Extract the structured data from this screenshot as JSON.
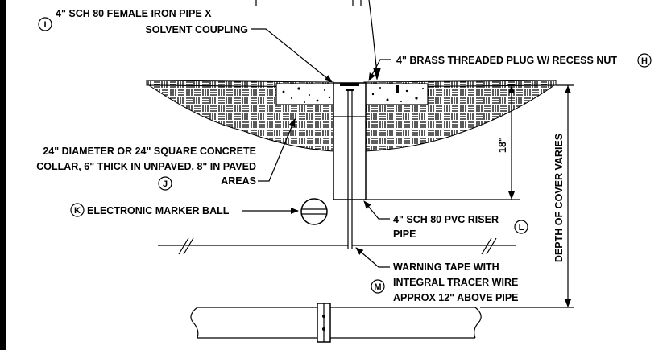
{
  "labels": {
    "coupling": {
      "tag": "I",
      "line1": "4\" SCH 80 FEMALE IRON PIPE X",
      "line2": "SOLVENT COUPLING"
    },
    "plug": {
      "tag": "H",
      "line1": "4\" BRASS THREADED PLUG W/ RECESS NUT"
    },
    "collar": {
      "tag": "J",
      "line1": "24\" DIAMETER OR 24\" SQUARE CONCRETE",
      "line2": "COLLAR, 6\" THICK IN UNPAVED, 8\" IN PAVED",
      "line3": "AREAS"
    },
    "marker": {
      "tag": "K",
      "line1": "ELECTRONIC MARKER BALL"
    },
    "riser": {
      "tag": "L",
      "line1": "4\" SCH 80 PVC RISER",
      "line2": "PIPE"
    },
    "tape": {
      "tag": "M",
      "line1": "WARNING TAPE WITH",
      "line2": "INTEGRAL TRACER WIRE",
      "line3": "APPROX 12\" ABOVE PIPE"
    }
  },
  "dimensions": {
    "collar_depth": "18\"",
    "cover_depth": "DEPTH OF COVER VARIES"
  }
}
